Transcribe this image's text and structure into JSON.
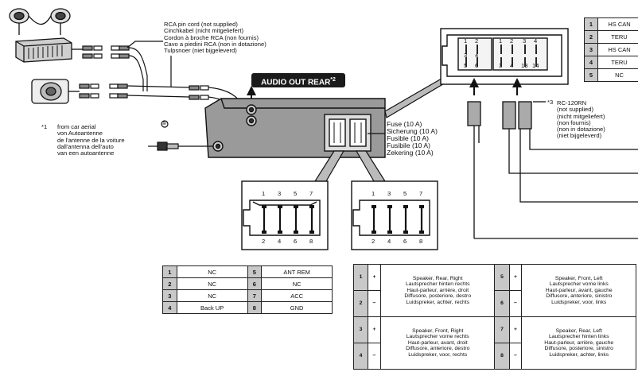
{
  "rca_label": [
    "RCA pin cord (not supplied)",
    "Cinchkabel (nicht mitgeliefert)",
    "Cordon à broche RCA (non fournis)",
    "Cavo a piedini RCA (non in dotazione)",
    "Tulpsnoer (niet bijgeleverd)"
  ],
  "audio_out": "AUDIO OUT REAR",
  "audio_out_note": "*2",
  "antenna_note_mark": "*1",
  "antenna_label": [
    "from car aerial",
    "von Autoantenne",
    "de l'antenne de la voiture",
    "dall'antenna dell'auto",
    "van een autoantenne"
  ],
  "fuse_label": [
    "Fuse (10 A)",
    "Sicherung (10 A)",
    "Fusible (10 A)",
    "Fusibile (10 A)",
    "Zekering (10 A)"
  ],
  "rc_note_mark": "*3",
  "rc_label": [
    "RC-120RN",
    "(not supplied)",
    "(nicht mitgeliefert)",
    "(non fournis)",
    "(non in dotazione)",
    "(niet bijgeleverd)"
  ],
  "connector_pins_top": [
    "1",
    "3",
    "5",
    "7"
  ],
  "connector_pins_bottom": [
    "2",
    "4",
    "6",
    "8"
  ],
  "iso_block_a_top": [
    "1",
    "2"
  ],
  "iso_block_a_bottom": [
    "3",
    "4",
    "5",
    "6"
  ],
  "iso_block_b_top": [
    "1",
    "2",
    "3",
    "4"
  ],
  "iso_block_b_bottom": [
    "3",
    "4",
    "13",
    "14"
  ],
  "circled_mark": "⑤",
  "power_table": [
    [
      "1",
      "NC",
      "5",
      "ANT REM"
    ],
    [
      "2",
      "NC",
      "6",
      "NC"
    ],
    [
      "3",
      "NC",
      "7",
      "ACC"
    ],
    [
      "4",
      "Back UP",
      "8",
      "GND"
    ]
  ],
  "speaker_table": [
    {
      "left": {
        "n": "1",
        "p": "+"
      },
      "right": {
        "n": "5",
        "p": "+"
      },
      "left_desc": [
        "Speaker, Rear, Right",
        "Lautsprecher hinten rechts",
        "Haut-parleur, arrière, droit",
        "Diffusore, posteriore, destro",
        "Luidspreker, achter, rechts"
      ],
      "right_desc": [
        "Speaker, Front, Left",
        "Lautsprecher vorne links",
        "Haut-parleur, avant, gauche",
        "Diffusore, anteriore, sinistro",
        "Luidspreker, voor, links"
      ],
      "left2": {
        "n": "2",
        "p": "−"
      },
      "right2": {
        "n": "6",
        "p": "−"
      }
    },
    {
      "left": {
        "n": "3",
        "p": "+"
      },
      "right": {
        "n": "7",
        "p": "+"
      },
      "left_desc": [
        "Speaker, Front, Right",
        "Lautsprecher vorne rechts",
        "Haut-parleur, avant, droit",
        "Diffusore, anteriore, destro",
        "Luidspreker, voor, rechts"
      ],
      "right_desc": [
        "Speaker, Rear, Left",
        "Lautsprecher hinten links",
        "Haut-parleur, arrière, gauche",
        "Diffusore, posteriore, sinistro",
        "Luidspreker, achter, links"
      ],
      "left2": {
        "n": "4",
        "p": "−"
      },
      "right2": {
        "n": "8",
        "p": "−"
      }
    }
  ],
  "right_table": [
    [
      "1",
      "HS CAN"
    ],
    [
      "2",
      "TERU"
    ],
    [
      "3",
      "HS CAN"
    ],
    [
      "4",
      "TERU"
    ],
    [
      "5",
      "NC"
    ]
  ]
}
